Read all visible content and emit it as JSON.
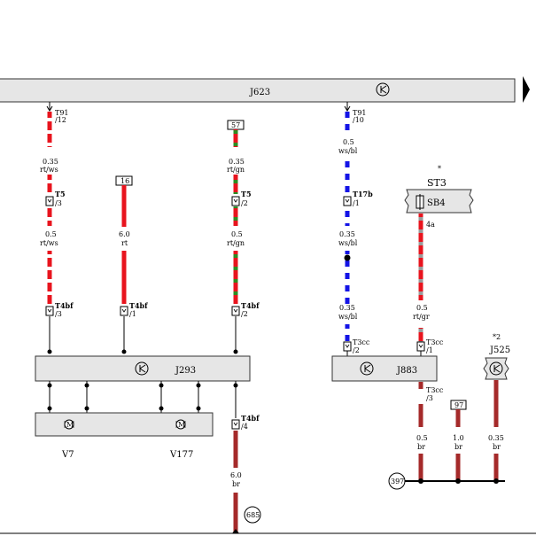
{
  "labels": {
    "j623": "J623",
    "j293": "J293",
    "j883": "J883",
    "j525": "J525",
    "st3": "ST3",
    "sb4": "SB4",
    "v7": "V7",
    "v177": "V177",
    "star": "*",
    "star2": "*2",
    "motor": "M"
  },
  "pins": {
    "t91_12_a": "T91",
    "t91_12_b": "/12",
    "t91_10_a": "T91",
    "t91_10_b": "/10",
    "t5_3_a": "T5",
    "t5_3_b": "/3",
    "t5_2_a": "T5",
    "t5_2_b": "/2",
    "t17b_a": "T17b",
    "t17b_b": "/1",
    "t4bf_3_a": "T4bf",
    "t4bf_3_b": "/3",
    "t4bf_1_a": "T4bf",
    "t4bf_1_b": "/1",
    "t4bf_2_a": "T4bf",
    "t4bf_2_b": "/2",
    "t4bf_4_a": "T4bf",
    "t4bf_4_b": "/4",
    "t3cc_2_a": "T3cc",
    "t3cc_2_b": "/2",
    "t3cc_1_a": "T3cc",
    "t3cc_1_b": "/1",
    "t3cc_3_a": "T3cc",
    "t3cc_3_b": "/3",
    "sb4_4a": "4a"
  },
  "wires": {
    "w1_gauge": "0.35",
    "w1_color": "rt/ws",
    "w2_gauge": "0.5",
    "w2_color": "rt/ws",
    "w3_gauge": "6.0",
    "w3_color": "rt",
    "w4_gauge": "0.35",
    "w4_color": "rt/gn",
    "w5_gauge": "0.5",
    "w5_color": "rt/gn",
    "w6_gauge": "0.5",
    "w6_color": "ws/bl",
    "w7_gauge": "0.35",
    "w7_color": "ws/bl",
    "w8_gauge": "0.35",
    "w8_color": "ws/bl",
    "w9_gauge": "0.5",
    "w9_color": "rt/gr",
    "w10_gauge": "6.0",
    "w10_color": "br",
    "w11_gauge": "0.5",
    "w11_color": "br",
    "w12_gauge": "1.0",
    "w12_color": "br",
    "w13_gauge": "0.35",
    "w13_color": "br"
  },
  "refs": {
    "box57": "57",
    "box16": "16",
    "box97": "97",
    "circle397": "397",
    "circle685": "685"
  },
  "colors": {
    "red": "#e8141e",
    "white": "#ffffff",
    "green": "#2e8b22",
    "blue": "#1414e6",
    "gray": "#9a9a9a",
    "brown": "#a52a2a",
    "component_fill": "#e6e6e6"
  }
}
